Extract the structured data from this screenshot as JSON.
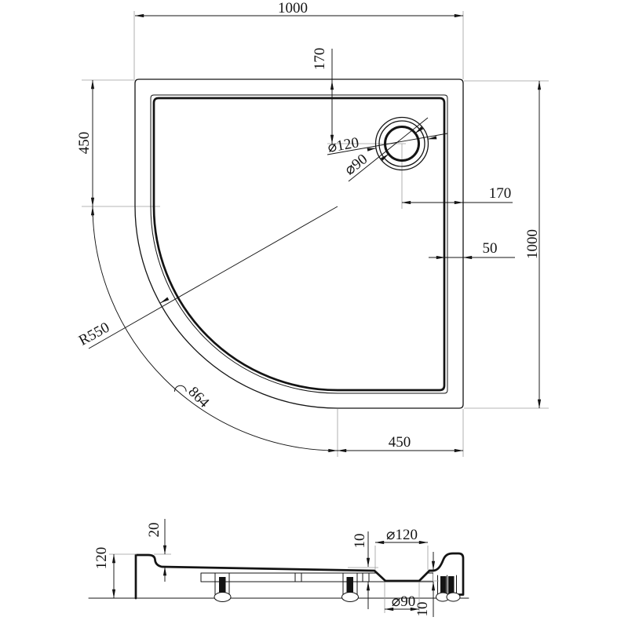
{
  "drawing": {
    "plan": {
      "width": "1000",
      "height": "1000",
      "left_straight": "450",
      "bottom_straight": "450",
      "top_to_drain": "170",
      "drain_to_edge": "170",
      "rim_width": "50",
      "corner_radius": "R550",
      "arc_length": "864",
      "drain_outer": "⌀120",
      "drain_inner": "⌀90"
    },
    "section": {
      "height": "120",
      "rim_drop": "20",
      "drain_outer": "⌀120",
      "drain_inner": "⌀90",
      "recess_depth_left": "10",
      "recess_depth_right": "10"
    },
    "colors": {
      "ink": "#141414",
      "aux": "#9c9c9c",
      "background": "#ffffff"
    }
  }
}
